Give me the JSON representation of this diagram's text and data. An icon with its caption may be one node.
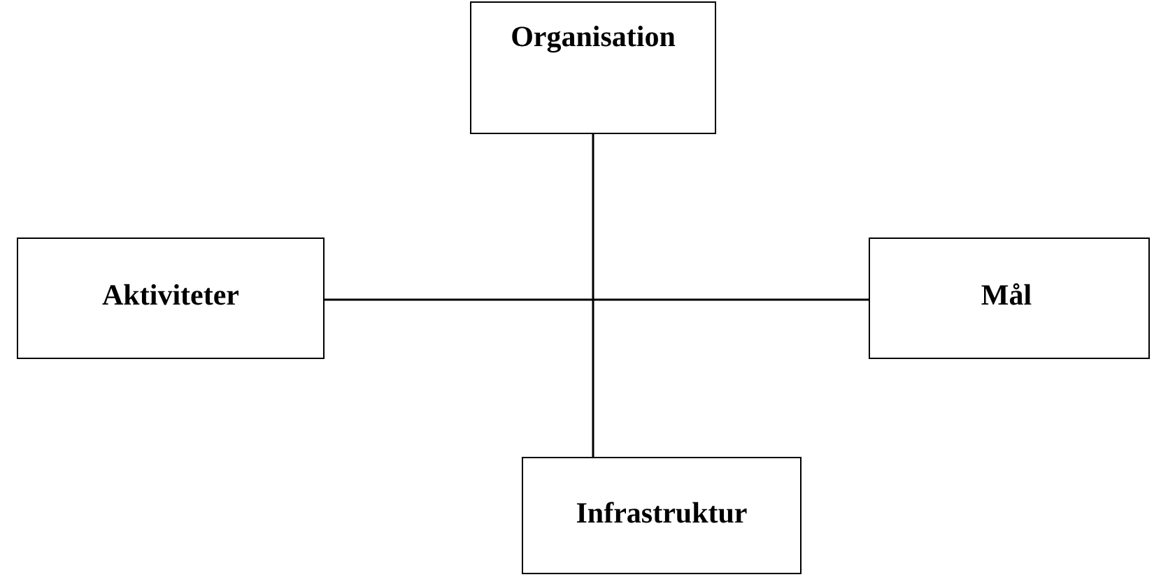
{
  "diagram": {
    "nodes": [
      {
        "text": [
          "Organisation"
        ]
      },
      {
        "text": [
          "Aktiviteter"
        ]
      },
      {
        "text": [
          "Mål"
        ]
      },
      {
        "text": [
          "Infrastruktur"
        ]
      }
    ],
    "edges": [
      {
        "from": 0,
        "to": 3,
        "arrow": "none"
      },
      {
        "from": 1,
        "to": 2,
        "arrow": "none"
      }
    ]
  }
}
